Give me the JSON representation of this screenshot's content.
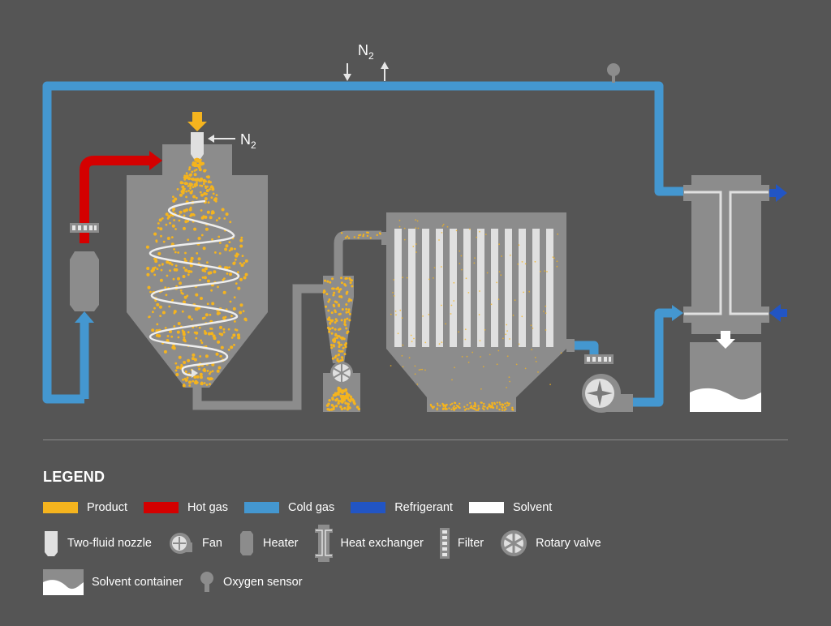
{
  "title": "Spray drying process with closed nitrogen loop",
  "colors": {
    "background": "#555555",
    "equipment": "#8c8c8c",
    "product": "#f5b41e",
    "hot_gas": "#d40000",
    "cold_gas": "#4497d0",
    "refrigerant": "#2255c4",
    "solvent": "#ffffff",
    "light_part": "#e0e0e0"
  },
  "diagram": {
    "n2_top_label": "N",
    "n2_top_sub": "2",
    "n2_nozzle_label": "N",
    "n2_nozzle_sub": "2"
  },
  "legend": {
    "title": "LEGEND",
    "colors": [
      {
        "label": "Product",
        "color": "#f5b41e"
      },
      {
        "label": "Hot gas",
        "color": "#d40000"
      },
      {
        "label": "Cold gas",
        "color": "#4497d0"
      },
      {
        "label": "Refrigerant",
        "color": "#2255c4"
      },
      {
        "label": "Solvent",
        "color": "#ffffff"
      }
    ],
    "components": [
      {
        "label": "Two-fluid nozzle",
        "icon": "nozzle-icon"
      },
      {
        "label": "Fan",
        "icon": "fan-icon"
      },
      {
        "label": "Heater",
        "icon": "heater-icon"
      },
      {
        "label": "Heat exchanger",
        "icon": "heat-exchanger-icon"
      },
      {
        "label": "Filter",
        "icon": "filter-icon"
      },
      {
        "label": "Rotary valve",
        "icon": "rotary-valve-icon"
      },
      {
        "label": "Solvent container",
        "icon": "solvent-container-icon"
      },
      {
        "label": "Oxygen sensor",
        "icon": "oxygen-sensor-icon"
      }
    ]
  }
}
